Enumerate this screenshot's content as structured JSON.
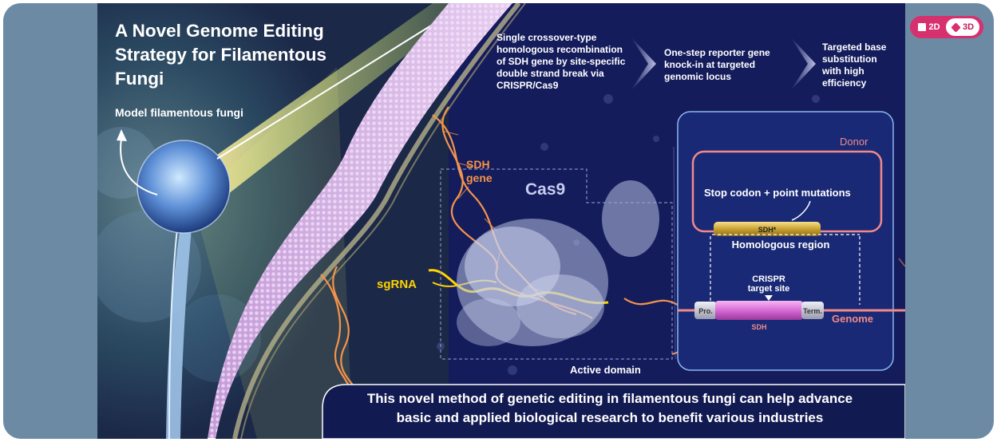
{
  "title_lines": [
    "A Novel Genome Editing",
    "Strategy for Filamentous",
    "Fungi"
  ],
  "model_label": "Model filamentous fungi",
  "steps": [
    {
      "lines": [
        "Single crossover-type",
        "homologous recombination",
        "of SDH gene by site-specific",
        "double strand break via",
        "CRISPR/Cas9"
      ]
    },
    {
      "lines": [
        "One-step reporter gene",
        "knock-in at targeted",
        "genomic locus"
      ]
    },
    {
      "lines": [
        "Targeted base",
        "substitution",
        "with high",
        "efficiency"
      ]
    }
  ],
  "labels": {
    "sdh_gene": [
      "SDH",
      "gene"
    ],
    "cas9": "Cas9",
    "sgrna": "sgRNA",
    "active_domain": "Active domain"
  },
  "panel": {
    "donor": "Donor",
    "stop_codon": "Stop codon + point mutations",
    "sdh_star": "SDH*",
    "homologous": "Homologous region",
    "crispr_lines": [
      "CRISPR",
      "target site"
    ],
    "pro": "Pro.",
    "term": "Term.",
    "sdh": "SDH",
    "genome": "Genome"
  },
  "footer_lines": [
    "This novel method of genetic editing in filamentous fungi can help advance",
    "basic and applied biological research to benefit various industries"
  ],
  "view_toggle": {
    "option_2d": "2D",
    "option_3d": "3D",
    "selected": "3D"
  },
  "colors": {
    "background": "#141c5c",
    "accent_pink": "#f08a8a",
    "sgrna_yellow": "#ffd400",
    "sdh_orange": "#f5944a",
    "toggle": "#d6306f"
  }
}
